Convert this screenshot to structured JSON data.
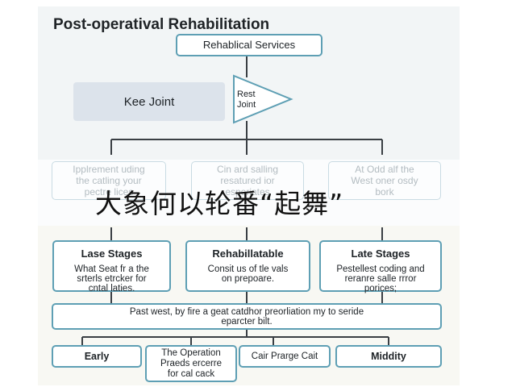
{
  "title": "Post-operatival Rehabilitation",
  "top_node": "Rehablical Services",
  "knee_box": "Kee Joint",
  "rest_node": {
    "line1": "Rest",
    "line2": "Joint"
  },
  "faded_boxes": [
    {
      "line1": "Ipplrement uding",
      "line2": "the catling your",
      "line3": "pectre lices"
    },
    {
      "line1": "Cin ard salling",
      "line2": "resatured ior",
      "line3": "esperiates"
    },
    {
      "line1": "At Odd alf the",
      "line2": "West oner osdy",
      "line3": "bork"
    }
  ],
  "overlay_text": "大象何以轮番“起舞”",
  "stages": [
    {
      "heading": "Lase Stages",
      "line1": "What Seat fr a the",
      "line2": "srterls etrcker for",
      "line3": "cntal laties."
    },
    {
      "heading": "Rehabillatable",
      "line1": "Consit us of tle vals",
      "line2": "on prepoare.",
      "line3": ""
    },
    {
      "heading": "Late Stages",
      "line1": "Pestellest coding and",
      "line2": "reranre salle  rrror",
      "line3": "porices;"
    }
  ],
  "wide_box": {
    "line1": "Past west, by fire a geat catdhor preorliation my to seride",
    "line2": "eparcter bilt."
  },
  "bottom_nodes": [
    {
      "line1": "Early",
      "line2": "",
      "line3": ""
    },
    {
      "line1": "The Operation",
      "line2": "Praeds ercerre",
      "line3": "for cal cack"
    },
    {
      "line1": "Cair Prarge Cait",
      "line2": "",
      "line3": ""
    },
    {
      "line1": "Middity",
      "line2": "",
      "line3": ""
    }
  ],
  "colors": {
    "border": "#5e9fb4",
    "connector": "#3a3f44",
    "knee_fill": "#dce3eb"
  }
}
